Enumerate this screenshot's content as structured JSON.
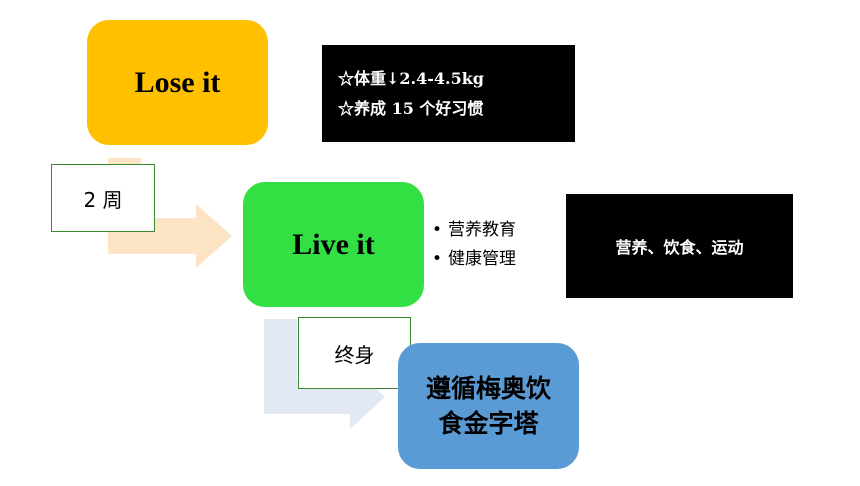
{
  "colors": {
    "lose_box": "#FFC000",
    "live_box": "#33E044",
    "pyramid_box": "#5B9BD5",
    "arrow_orange": "#FDE4C4",
    "arrow_blue": "#E3E9F4",
    "label_border": "#3A8A2E"
  },
  "stages": {
    "lose_it": "Lose it",
    "live_it": "Live it",
    "pyramid_line1": "遵循梅奥饮",
    "pyramid_line2": "食金字塔"
  },
  "durations": {
    "first": "2 周",
    "second": "终身"
  },
  "goals": {
    "line1": "☆体重↓2.4-4.5kg",
    "line2": "☆养成 15 个好习惯"
  },
  "live_bullets": [
    {
      "dot": "•",
      "text": "营养教育"
    },
    {
      "dot": "•",
      "text": "健康管理"
    }
  ],
  "topics": "营养、饮食、运动"
}
